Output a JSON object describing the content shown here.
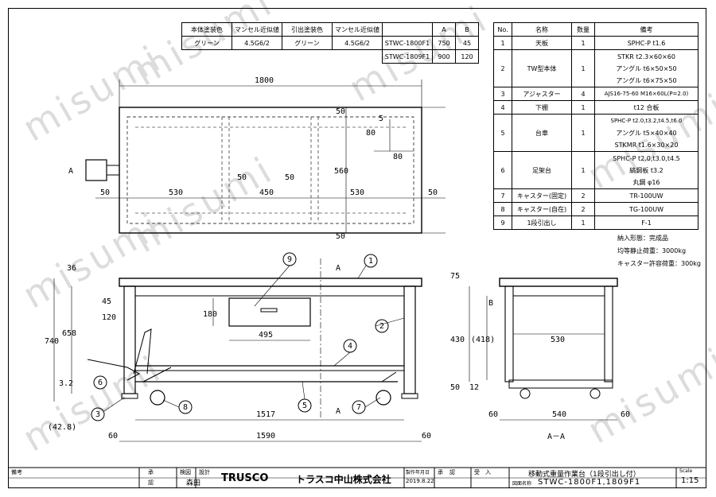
{
  "finish_table": {
    "headers": [
      "本体塗装色",
      "マンセル近似値",
      "引出塗装色",
      "マンセル近似値"
    ],
    "row": [
      "グリーン",
      "4.5G6/2",
      "グリーン",
      "4.5G6/2"
    ]
  },
  "model_table": {
    "headers": [
      "",
      "A",
      "B"
    ],
    "rows": [
      [
        "STWC-1800F1",
        "750",
        "45"
      ],
      [
        "STWC-1809F1",
        "900",
        "120"
      ]
    ]
  },
  "parts_table": {
    "headers": [
      "No.",
      "名称",
      "数量",
      "備考"
    ],
    "rows": [
      {
        "no": "1",
        "name": "天板",
        "qty": "1",
        "notes": [
          "SPHC-P t1.6"
        ]
      },
      {
        "no": "2",
        "name": "TW型本体",
        "qty": "1",
        "notes": [
          "STKR t2.3×60×60",
          "アングル t6×50×50",
          "アングル t6×75×50"
        ]
      },
      {
        "no": "3",
        "name": "アジャスター",
        "qty": "4",
        "notes": [
          "AJS16-75-60 M16×60L(P=2.0)"
        ]
      },
      {
        "no": "4",
        "name": "下棚",
        "qty": "1",
        "notes": [
          "t12 合板"
        ]
      },
      {
        "no": "5",
        "name": "台車",
        "qty": "1",
        "notes": [
          "SPHC-P t2.0,t3.2,t4.5,t6.0",
          "アングル t5×40×40",
          "STKMR t1.6×30×20"
        ]
      },
      {
        "no": "6",
        "name": "足架台",
        "qty": "1",
        "notes": [
          "SPHC-P t2.0,t3.0,t4.5",
          "縞鋼板 t3.2",
          "丸鋼 φ16"
        ]
      },
      {
        "no": "7",
        "name": "キャスター(固定)",
        "qty": "2",
        "notes": [
          "TR-100UW"
        ]
      },
      {
        "no": "8",
        "name": "キャスター(自在)",
        "qty": "2",
        "notes": [
          "TG-100UW"
        ]
      },
      {
        "no": "9",
        "name": "1段引出し",
        "qty": "1",
        "notes": [
          "F-1"
        ]
      }
    ]
  },
  "spec_notes": [
    "納入形態：完成品",
    "均等静止荷重：3000kg",
    "キャスター許容荷重：300kg"
  ],
  "dimensions": {
    "top_overall": "1800",
    "top_segments": [
      "50",
      "530",
      "450",
      "530",
      "50"
    ],
    "top_inner": [
      "50",
      "50"
    ],
    "right_side": [
      "50",
      "560",
      "50",
      "80",
      "5",
      "80"
    ],
    "label_a": "A",
    "front_overall": "1590",
    "front_clear": "1517",
    "front_side": "60",
    "drawer_w": "495",
    "drawer_h": "180",
    "left_dims": [
      "36",
      "740",
      "658",
      "3.2",
      "(42.8)"
    ],
    "small": [
      "45",
      "120"
    ],
    "section_label": "A",
    "side_dims": [
      "75",
      "430",
      "(418)",
      "50",
      "12",
      "530",
      "540",
      "60",
      "60"
    ],
    "label_b": "B",
    "section_caption": "A－A"
  },
  "callouts": [
    "1",
    "2",
    "3",
    "4",
    "5",
    "6",
    "7",
    "8",
    "9"
  ],
  "title_block": {
    "labels": [
      "備考",
      "承",
      "認",
      "検図",
      "設計",
      "製作年月日",
      "承",
      "認",
      "受",
      "入",
      "図",
      "面",
      "名"
    ],
    "designer": "森田",
    "brand": "TRUSCO",
    "company": "トラスコ中山株式会社",
    "date": "2019.8.22",
    "drawing_title": "移動式重量作業台（1段引出し付）",
    "drawing_no_label": "図面名称",
    "drawing_no": "STWC-1800F1,1809F1",
    "scale_label": "Scale",
    "scale": "1:15"
  },
  "watermark": "misumi"
}
